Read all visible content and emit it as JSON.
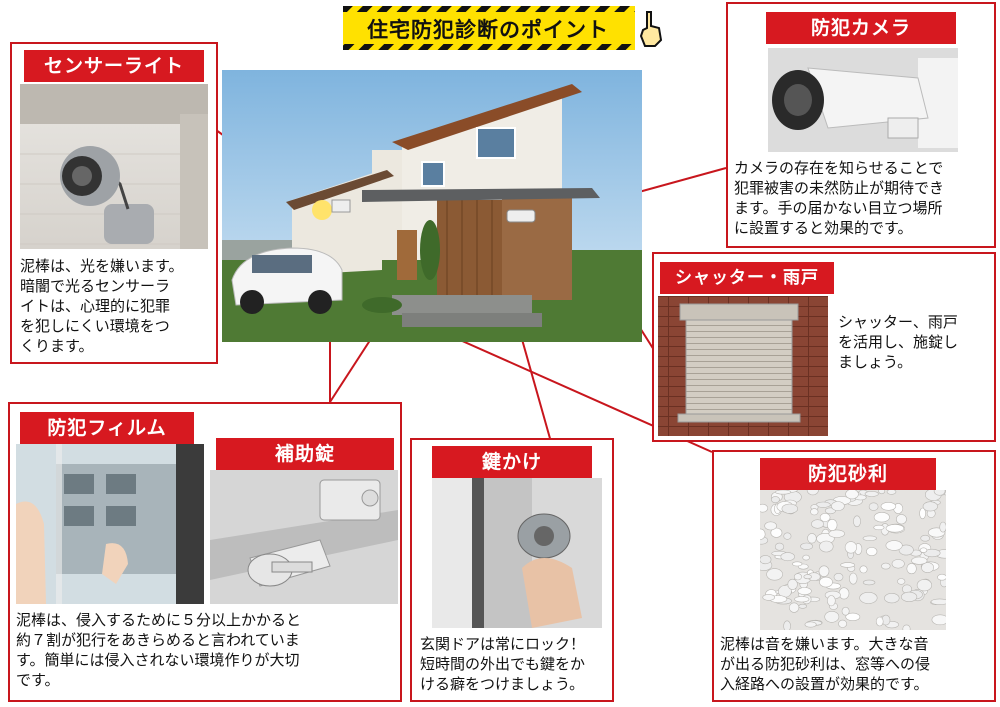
{
  "title": "住宅防犯診断のポイント",
  "sections": {
    "sensor_light": {
      "label": "センサーライト",
      "text": [
        "泥棒は、光を嫌います。",
        "暗闇で光るセンサーラ",
        "イトは、心理的に犯罪",
        "を犯しにくい環境をつ",
        "くります。"
      ]
    },
    "camera": {
      "label": "防犯カメラ",
      "text": [
        "カメラの存在を知らせることで",
        "犯罪被害の未然防止が期待でき",
        "ます。手の届かない目立つ場所",
        "に設置すると効果的です。"
      ]
    },
    "shutter": {
      "label": "シャッター・雨戸",
      "text": [
        "シャッター、雨戸",
        "を活用し、施錠し",
        "ましょう。"
      ]
    },
    "film": {
      "label": "防犯フィルム",
      "sub_label": "補助錠",
      "text": [
        "泥棒は、侵入するために５分以上かかると",
        "約７割が犯行をあきらめると言われていま",
        "す。簡単には侵入されない環境作りが大切",
        "です。"
      ]
    },
    "lock": {
      "label": "鍵かけ",
      "text": [
        "玄関ドアは常にロック！",
        "短時間の外出でも鍵をか",
        "ける癖をつけましょう。"
      ]
    },
    "gravel": {
      "label": "防犯砂利",
      "text": [
        "泥棒は音を嫌います。大きな音",
        "が出る防犯砂利は、窓等への侵",
        "入経路への設置が効果的です。"
      ]
    }
  },
  "colors": {
    "accent_red": "#d71920",
    "border_red": "#c8161d",
    "banner_yellow": "#ffe100",
    "stripe_black": "#111111"
  },
  "icons": [
    "pointing-hand-icon"
  ]
}
